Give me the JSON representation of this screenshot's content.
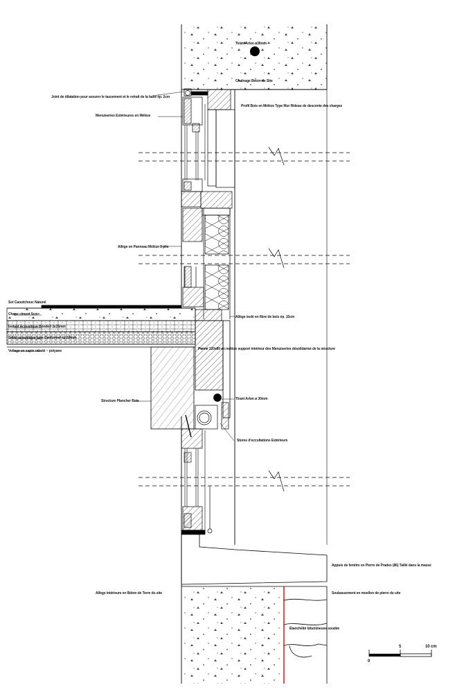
{
  "labels": {
    "tirant_top": "Tirant Arlon ø30mm",
    "chainage": "Chaînage Béton de Site",
    "joint": "Joint de dilatation pour assurer le tassement et le retrait de la base ép. 2cm",
    "profil": "Profil Bois en Mélèze Type Mur Rideau de descente des charges",
    "menuiseries": "Menuiseries Extérieures en Mélèze",
    "allege_panneau": "Allège en Panneau Mélèze 3 plis",
    "sol": "Sol Caoutchouc Naturel",
    "chape": "Chape ciment 5cm",
    "isolant_acoustique": "Isolant Acoustique Bonded 2x25mm",
    "sable": "Sable acoustique type Cantonnet ép.50mm",
    "voilage": "Voilage en sapin raboté ~ polyane",
    "allege_isole": "Allège isolé en fibre de bois ép. 15cm",
    "panne": "Panne 120x80 en mélèze support intérieur des Menuiseries désolidarisé de la structure",
    "structure": "Structure Plancher Bois",
    "tirant_mid": "Tirant Arlon ø 30mm",
    "stores": "Stores d'occultations Extérieurs",
    "appuis": "Appuis de fenêtre en Pierre de Prades (86) Taillé dans la masse",
    "allege_beton": "Allège intérieure en Béton de Terre du site",
    "soubassement": "Soubassement en moellon de pierre du site",
    "etancheite": "Étanchéité bitumineuse soudée"
  },
  "scale_bar": {
    "tick_0": "0",
    "tick_5": "5",
    "tick_10": "10 cm"
  },
  "colors": {
    "ink": "#000000",
    "membrane": "#cc0000",
    "background": "#ffffff"
  }
}
